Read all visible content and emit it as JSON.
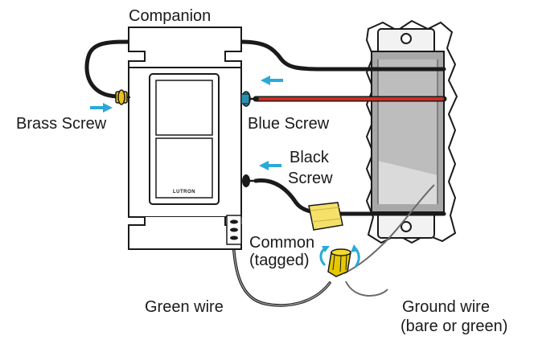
{
  "labels": {
    "title": "Companion",
    "brass_screw": "Brass Screw",
    "blue_screw": "Blue Screw",
    "black_screw_line1": "Black",
    "black_screw_line2": "Screw",
    "common_line1": "Common",
    "common_line2": "(tagged)",
    "green_wire": "Green wire",
    "ground_wire_line1": "Ground wire",
    "ground_wire_line2": "(bare or green)",
    "brand": "LUTRON"
  },
  "colors": {
    "arrow": "#2aa9d9",
    "red_wire": "#d42a1e",
    "brass": "#e8c21a",
    "tag": "#f5e06a",
    "wire_nut": "#e6c800",
    "box_gray": "#8e8e8e",
    "box_light": "#d2d2d2"
  }
}
